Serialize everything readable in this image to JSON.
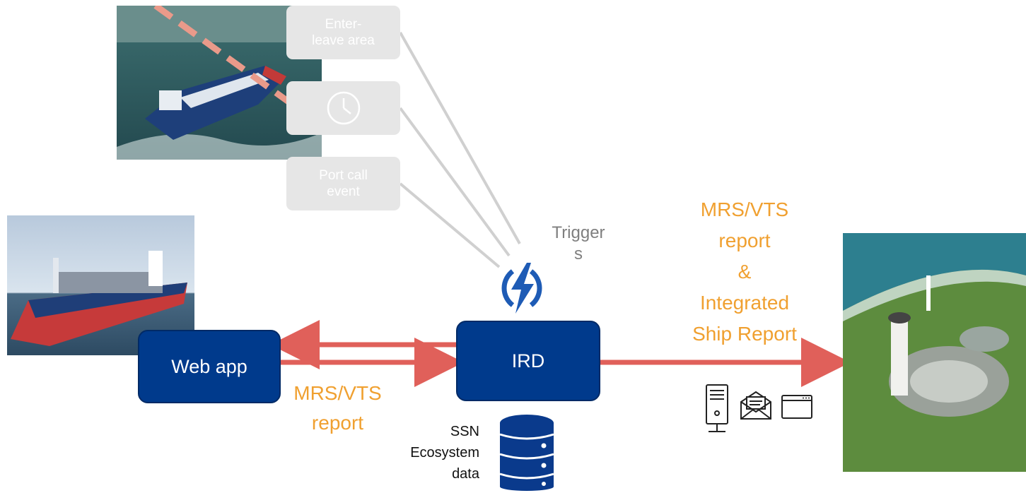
{
  "triggers": {
    "enter_leave_area": "Enter-\nleave area",
    "port_call_event": "Port call event",
    "clock_icon": "clock-icon",
    "label": "Trigger\ns"
  },
  "nodes": {
    "web_app": "Web app",
    "ird": "IRD"
  },
  "labels": {
    "mrs_vts_left": "MRS/VTS report",
    "mrs_vts_right": "MRS/VTS\nreport\n&\nIntegrated\nShip Report",
    "ssn_data": "SSN\nEcosystem\ndata"
  },
  "icons": {
    "trigger_icon": "lightning-bolt-icon",
    "database_icon": "database-icon",
    "server_icon": "server-icon",
    "email_icon": "email-icon",
    "browser_icon": "browser-window-icon"
  },
  "colors": {
    "node_blue": "#003a8c",
    "arrow_red": "#e0605a",
    "label_orange": "#f0a030",
    "trigger_gray": "#e6e6e6",
    "line_gray": "#d0d0d0"
  }
}
